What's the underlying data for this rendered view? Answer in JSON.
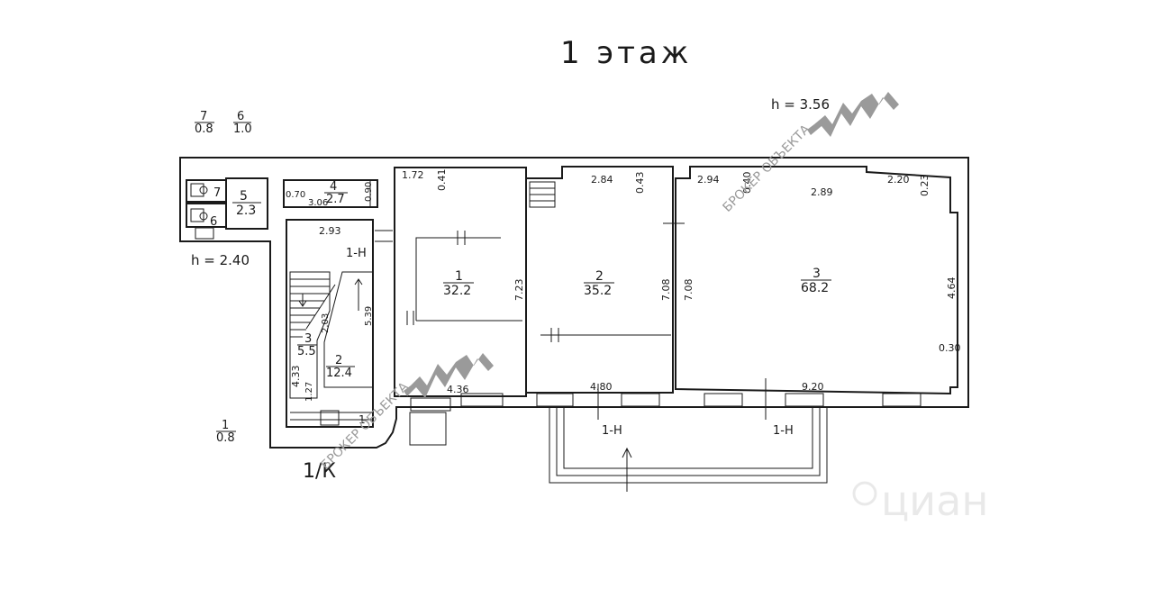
{
  "floor_title": "1 этаж",
  "heights": {
    "main": "h = 3.56",
    "left": "h = 2.40"
  },
  "area_labels": [
    {
      "num": "7",
      "area": "0.8"
    },
    {
      "num": "6",
      "area": "1.0"
    },
    {
      "num": "1",
      "area": "0.8"
    }
  ],
  "rooms": [
    {
      "num": "1",
      "area": "32.2"
    },
    {
      "num": "2",
      "area": "35.2"
    },
    {
      "num": "3",
      "area": "68.2"
    },
    {
      "num": "4",
      "area": "2.7"
    },
    {
      "num": "5",
      "area": "2.3"
    },
    {
      "num": "3",
      "area": "5.5"
    },
    {
      "num": "2",
      "area": "12.4"
    }
  ],
  "small_room_nums": [
    "7",
    "6",
    "1"
  ],
  "dimensions": [
    "1.72",
    "0.41",
    "2.84",
    "0.43",
    "2.94",
    "0.40",
    "2.89",
    "2.20",
    "0.23",
    "7.23",
    "7.08",
    "7.08",
    "4.64",
    "0.30",
    "4.36",
    "4.80",
    "9.20",
    "2.93",
    "0.70",
    "3.06",
    "0.90",
    "4.33",
    "2.03",
    "1.27",
    "5.39"
  ],
  "entrances": [
    "1-Н",
    "1-Н",
    "1-Н"
  ],
  "stair_label": "1/К",
  "watermark_text": "БРОКЕР ОБЪЕКТА",
  "brand_watermark": "циан",
  "colors": {
    "lines": "#1a1a1a",
    "watermark": "#9a9a9a",
    "background": "#ffffff"
  }
}
